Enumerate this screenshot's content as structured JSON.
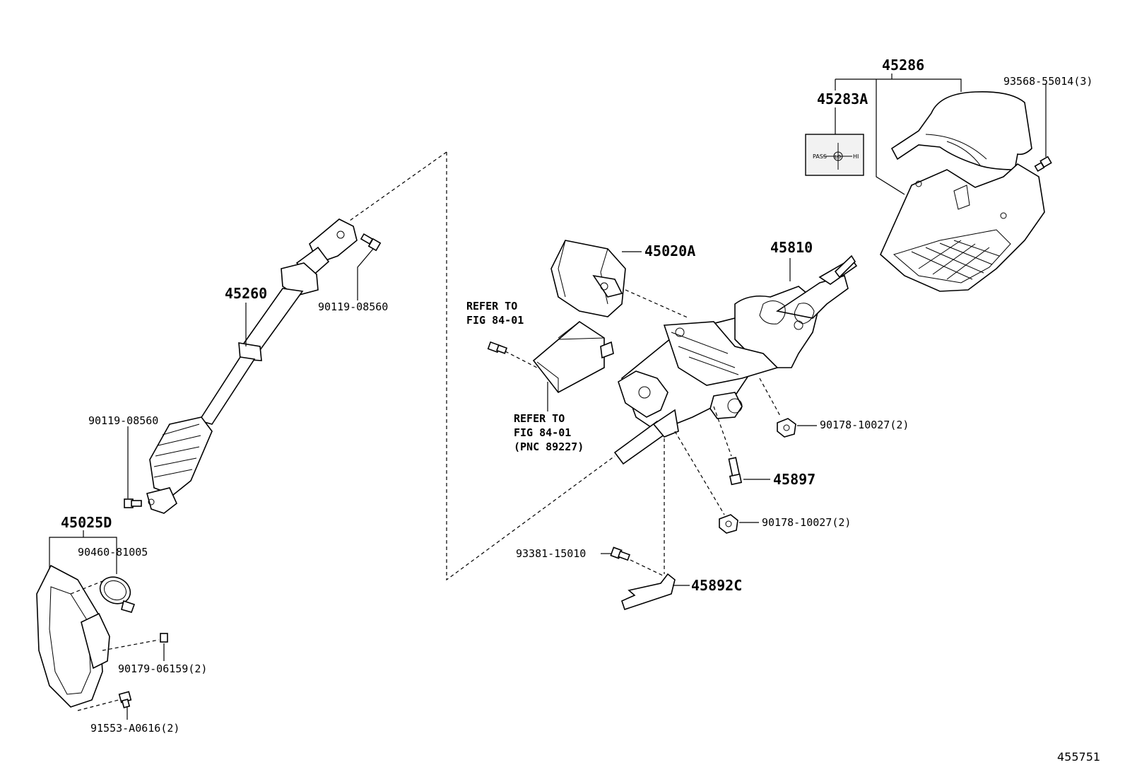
{
  "labels": {
    "p45286": "45286",
    "p45283a": "45283A",
    "p93568": "93568-55014(3)",
    "p45020a": "45020A",
    "p45810": "45810",
    "p45260": "45260",
    "p90119_top": "90119-08560",
    "p90119_left": "90119-08560",
    "refer1_line1": "REFER TO",
    "refer1_line2": "FIG 84-01",
    "refer2_line1": "REFER TO",
    "refer2_line2": "FIG 84-01",
    "refer2_line3": "(PNC 89227)",
    "p90178_a": "90178-10027(2)",
    "p45897": "45897",
    "p90178_b": "90178-10027(2)",
    "p45025d": "45025D",
    "p90460": "90460-81005",
    "p93381": "93381-15010",
    "p45892c": "45892C",
    "p90179": "90179-06159(2)",
    "p91553": "91553-A0616(2)",
    "figure_number": "455751"
  },
  "switch_panel": {
    "pass": "PASS",
    "lo": "LO",
    "hi": "HI"
  },
  "icons": [
    "steering-cover-upper",
    "steering-cover-lower",
    "combination-switch-panel",
    "steering-column",
    "intermediate-shaft",
    "bolt",
    "nut",
    "dust-cover",
    "clamp",
    "bracket"
  ]
}
